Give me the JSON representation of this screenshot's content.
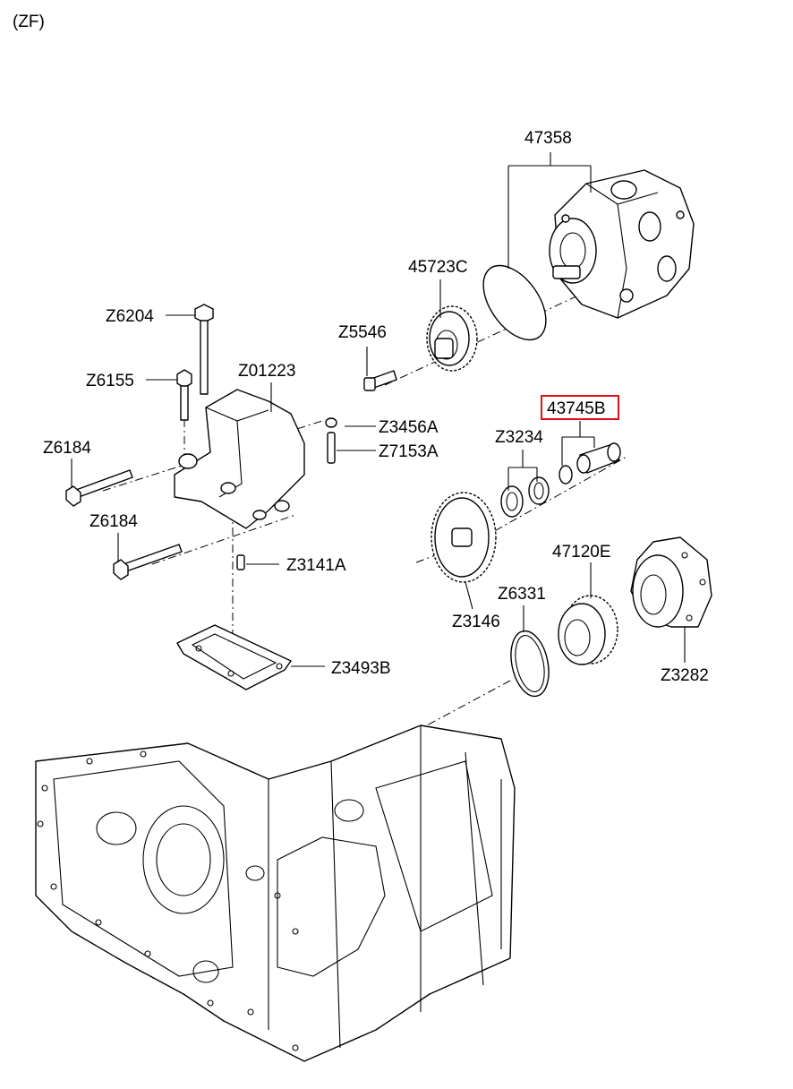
{
  "diagram": {
    "variant": "(ZF)",
    "highlight_color": "#e0101a",
    "part_labels": {
      "p47358": "47358",
      "p45723C": "45723C",
      "p5546": "Z5546",
      "p6204": "Z6204",
      "p6155": "Z6155",
      "p01223": "Z01223",
      "p3456A": "Z3456A",
      "p7153A": "Z7153A",
      "p6184a": "Z6184",
      "p6184b": "Z6184",
      "p43745B": "43745B",
      "p3234": "Z3234",
      "p3141A": "Z3141A",
      "p47120E": "47120E",
      "p6331": "Z6331",
      "p3146": "Z3146",
      "p3282": "Z3282",
      "p3493B": "Z3493B"
    }
  }
}
